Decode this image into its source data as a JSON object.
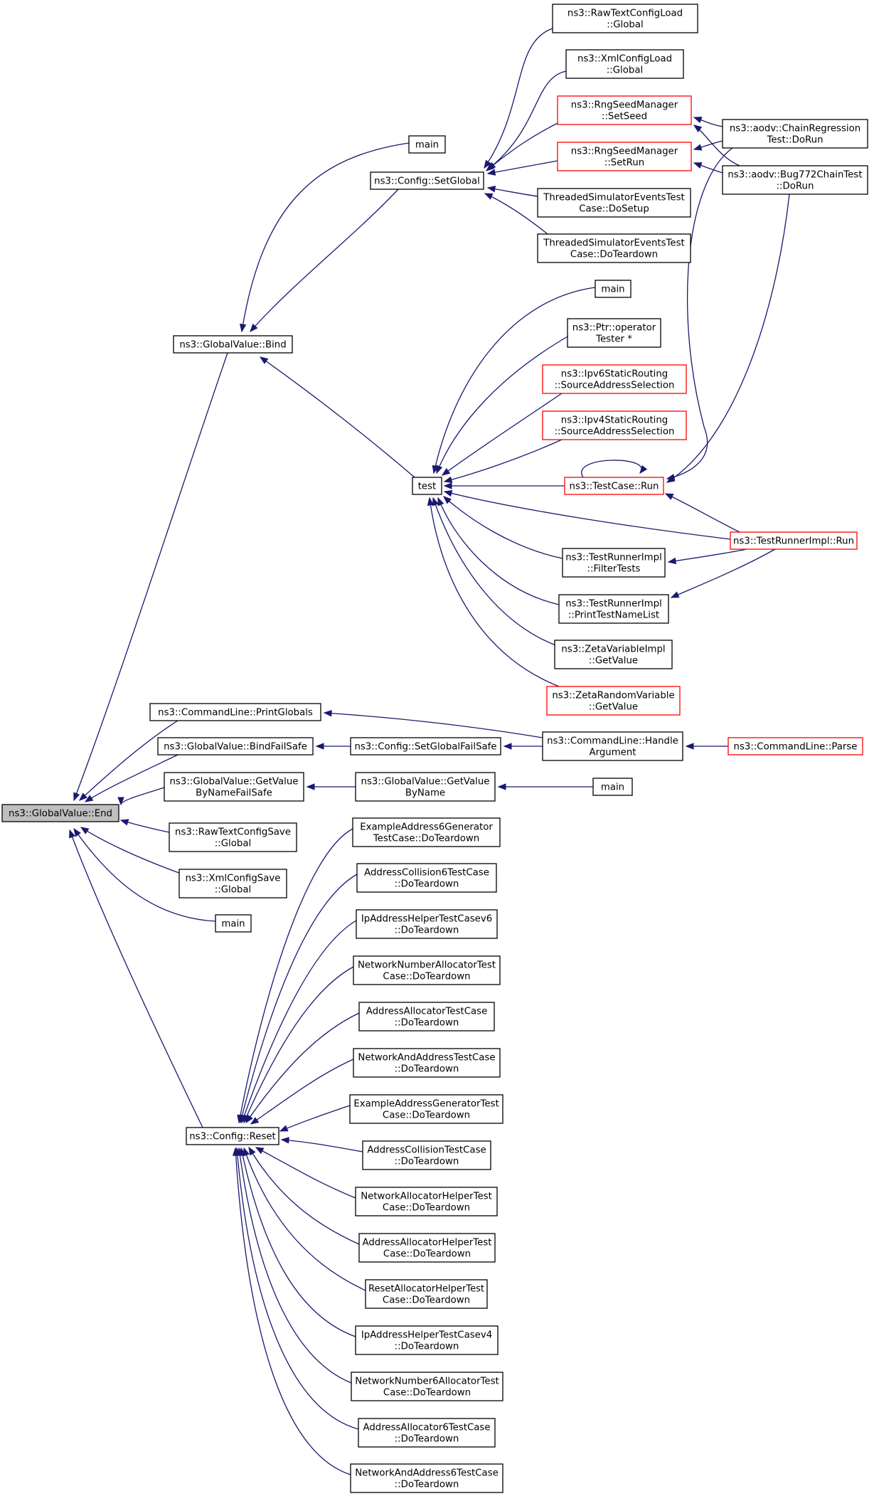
{
  "colors": {
    "edge": "#191970",
    "node_border": "#000000",
    "truncated_border": "#ff0000",
    "root_fill": "#bfbfbf",
    "node_fill": "#ffffff"
  },
  "nodes": [
    {
      "id": "end",
      "label": [
        "ns3::GlobalValue::End"
      ],
      "style": "root"
    },
    {
      "id": "bind",
      "label": [
        "ns3::GlobalValue::Bind"
      ],
      "style": "normal"
    },
    {
      "id": "printglobals",
      "label": [
        "ns3::CommandLine::PrintGlobals"
      ],
      "style": "normal"
    },
    {
      "id": "bindfailsafe",
      "label": [
        "ns3::GlobalValue::BindFailSafe"
      ],
      "style": "normal"
    },
    {
      "id": "getvaluebnfs",
      "label": [
        "ns3::GlobalValue::GetValue",
        "ByNameFailSafe"
      ],
      "style": "normal"
    },
    {
      "id": "rawtextsave",
      "label": [
        "ns3::RawTextConfigSave",
        "::Global"
      ],
      "style": "normal"
    },
    {
      "id": "xmlsave",
      "label": [
        "ns3::XmlConfigSave",
        "::Global"
      ],
      "style": "normal"
    },
    {
      "id": "main_end",
      "label": [
        "main"
      ],
      "style": "normal"
    },
    {
      "id": "reset",
      "label": [
        "ns3::Config::Reset"
      ],
      "style": "normal"
    },
    {
      "id": "main_bind",
      "label": [
        "main"
      ],
      "style": "normal"
    },
    {
      "id": "setglobal",
      "label": [
        "ns3::Config::SetGlobal"
      ],
      "style": "normal"
    },
    {
      "id": "test",
      "label": [
        "test"
      ],
      "style": "normal"
    },
    {
      "id": "rawtextload",
      "label": [
        "ns3::RawTextConfigLoad",
        "::Global"
      ],
      "style": "normal"
    },
    {
      "id": "xmlload",
      "label": [
        "ns3::XmlConfigLoad",
        "::Global"
      ],
      "style": "normal"
    },
    {
      "id": "setseed",
      "label": [
        "ns3::RngSeedManager",
        "::SetSeed"
      ],
      "style": "truncated"
    },
    {
      "id": "setrun",
      "label": [
        "ns3::RngSeedManager",
        "::SetRun"
      ],
      "style": "truncated"
    },
    {
      "id": "tsetsetup",
      "label": [
        "ThreadedSimulatorEventsTest",
        "Case::DoSetup"
      ],
      "style": "normal"
    },
    {
      "id": "tsetteardown",
      "label": [
        "ThreadedSimulatorEventsTest",
        "Case::DoTeardown"
      ],
      "style": "normal"
    },
    {
      "id": "chainreg",
      "label": [
        "ns3::aodv::ChainRegression",
        "Test::DoRun"
      ],
      "style": "normal"
    },
    {
      "id": "bug772",
      "label": [
        "ns3::aodv::Bug772ChainTest",
        "::DoRun"
      ],
      "style": "normal"
    },
    {
      "id": "main_test",
      "label": [
        "main"
      ],
      "style": "normal"
    },
    {
      "id": "ptrtester",
      "label": [
        "ns3::Ptr::operator",
        "Tester *"
      ],
      "style": "normal"
    },
    {
      "id": "ipv6static",
      "label": [
        "ns3::Ipv6StaticRouting",
        "::SourceAddressSelection"
      ],
      "style": "truncated"
    },
    {
      "id": "ipv4static",
      "label": [
        "ns3::Ipv4StaticRouting",
        "::SourceAddressSelection"
      ],
      "style": "truncated"
    },
    {
      "id": "testcaserun",
      "label": [
        "ns3::TestCase::Run"
      ],
      "style": "truncated"
    },
    {
      "id": "filtertests",
      "label": [
        "ns3::TestRunnerImpl",
        "::FilterTests"
      ],
      "style": "normal"
    },
    {
      "id": "printtestnamelist",
      "label": [
        "ns3::TestRunnerImpl",
        "::PrintTestNameList"
      ],
      "style": "normal"
    },
    {
      "id": "zetavarimpl",
      "label": [
        "ns3::ZetaVariableImpl",
        "::GetValue"
      ],
      "style": "normal"
    },
    {
      "id": "zetarandom",
      "label": [
        "ns3::ZetaRandomVariable",
        "::GetValue"
      ],
      "style": "truncated"
    },
    {
      "id": "testrunnerrun",
      "label": [
        "ns3::TestRunnerImpl::Run"
      ],
      "style": "truncated"
    },
    {
      "id": "setglobalfailsafe",
      "label": [
        "ns3::Config::SetGlobalFailSafe"
      ],
      "style": "normal"
    },
    {
      "id": "handleargument",
      "label": [
        "ns3::CommandLine::Handle",
        "Argument"
      ],
      "style": "normal"
    },
    {
      "id": "cmdparse",
      "label": [
        "ns3::CommandLine::Parse"
      ],
      "style": "truncated"
    },
    {
      "id": "getvaluebyname",
      "label": [
        "ns3::GlobalValue::GetValue",
        "ByName"
      ],
      "style": "normal"
    },
    {
      "id": "main_gvbn",
      "label": [
        "main"
      ],
      "style": "normal"
    },
    {
      "id": "r1",
      "label": [
        "ExampleAddress6Generator",
        "TestCase::DoTeardown"
      ],
      "style": "normal"
    },
    {
      "id": "r2",
      "label": [
        "AddressCollision6TestCase",
        "::DoTeardown"
      ],
      "style": "normal"
    },
    {
      "id": "r3",
      "label": [
        "IpAddressHelperTestCasev6",
        "::DoTeardown"
      ],
      "style": "normal"
    },
    {
      "id": "r4",
      "label": [
        "NetworkNumberAllocatorTest",
        "Case::DoTeardown"
      ],
      "style": "normal"
    },
    {
      "id": "r5",
      "label": [
        "AddressAllocatorTestCase",
        "::DoTeardown"
      ],
      "style": "normal"
    },
    {
      "id": "r6",
      "label": [
        "NetworkAndAddressTestCase",
        "::DoTeardown"
      ],
      "style": "normal"
    },
    {
      "id": "r7",
      "label": [
        "ExampleAddressGeneratorTest",
        "Case::DoTeardown"
      ],
      "style": "normal"
    },
    {
      "id": "r8",
      "label": [
        "AddressCollisionTestCase",
        "::DoTeardown"
      ],
      "style": "normal"
    },
    {
      "id": "r9",
      "label": [
        "NetworkAllocatorHelperTest",
        "Case::DoTeardown"
      ],
      "style": "normal"
    },
    {
      "id": "r10",
      "label": [
        "AddressAllocatorHelperTest",
        "Case::DoTeardown"
      ],
      "style": "normal"
    },
    {
      "id": "r11",
      "label": [
        "ResetAllocatorHelperTest",
        "Case::DoTeardown"
      ],
      "style": "normal"
    },
    {
      "id": "r12",
      "label": [
        "IpAddressHelperTestCasev4",
        "::DoTeardown"
      ],
      "style": "normal"
    },
    {
      "id": "r13",
      "label": [
        "NetworkNumber6AllocatorTest",
        "Case::DoTeardown"
      ],
      "style": "normal"
    },
    {
      "id": "r14",
      "label": [
        "AddressAllocator6TestCase",
        "::DoTeardown"
      ],
      "style": "normal"
    },
    {
      "id": "r15",
      "label": [
        "NetworkAndAddress6TestCase",
        "::DoTeardown"
      ],
      "style": "normal"
    }
  ],
  "edges": [
    {
      "from": "bind",
      "to": "end"
    },
    {
      "from": "printglobals",
      "to": "end"
    },
    {
      "from": "bindfailsafe",
      "to": "end"
    },
    {
      "from": "getvaluebnfs",
      "to": "end"
    },
    {
      "from": "rawtextsave",
      "to": "end"
    },
    {
      "from": "xmlsave",
      "to": "end"
    },
    {
      "from": "main_end",
      "to": "end"
    },
    {
      "from": "reset",
      "to": "end"
    },
    {
      "from": "main_bind",
      "to": "bind"
    },
    {
      "from": "setglobal",
      "to": "bind"
    },
    {
      "from": "test",
      "to": "bind"
    },
    {
      "from": "rawtextload",
      "to": "setglobal"
    },
    {
      "from": "xmlload",
      "to": "setglobal"
    },
    {
      "from": "setseed",
      "to": "setglobal"
    },
    {
      "from": "setrun",
      "to": "setglobal"
    },
    {
      "from": "tsetsetup",
      "to": "setglobal"
    },
    {
      "from": "tsetteardown",
      "to": "setglobal"
    },
    {
      "from": "chainreg",
      "to": "setseed"
    },
    {
      "from": "bug772",
      "to": "setseed"
    },
    {
      "from": "chainreg",
      "to": "setrun"
    },
    {
      "from": "bug772",
      "to": "setrun"
    },
    {
      "from": "main_test",
      "to": "test"
    },
    {
      "from": "ptrtester",
      "to": "test"
    },
    {
      "from": "ipv6static",
      "to": "test"
    },
    {
      "from": "ipv4static",
      "to": "test"
    },
    {
      "from": "testcaserun",
      "to": "test"
    },
    {
      "from": "testrunnerrun",
      "to": "test"
    },
    {
      "from": "filtertests",
      "to": "test"
    },
    {
      "from": "printtestnamelist",
      "to": "test"
    },
    {
      "from": "zetavarimpl",
      "to": "test"
    },
    {
      "from": "zetarandom",
      "to": "test"
    },
    {
      "from": "testcaserun",
      "to": "testcaserun"
    },
    {
      "from": "chainreg",
      "to": "testcaserun"
    },
    {
      "from": "bug772",
      "to": "testcaserun"
    },
    {
      "from": "testrunnerrun",
      "to": "testcaserun"
    },
    {
      "from": "testrunnerrun",
      "to": "filtertests"
    },
    {
      "from": "testrunnerrun",
      "to": "printtestnamelist"
    },
    {
      "from": "handleargument",
      "to": "printglobals"
    },
    {
      "from": "setglobalfailsafe",
      "to": "bindfailsafe"
    },
    {
      "from": "handleargument",
      "to": "setglobalfailsafe"
    },
    {
      "from": "cmdparse",
      "to": "handleargument"
    },
    {
      "from": "getvaluebyname",
      "to": "getvaluebnfs"
    },
    {
      "from": "main_gvbn",
      "to": "getvaluebyname"
    },
    {
      "from": "r1",
      "to": "reset"
    },
    {
      "from": "r2",
      "to": "reset"
    },
    {
      "from": "r3",
      "to": "reset"
    },
    {
      "from": "r4",
      "to": "reset"
    },
    {
      "from": "r5",
      "to": "reset"
    },
    {
      "from": "r6",
      "to": "reset"
    },
    {
      "from": "r7",
      "to": "reset"
    },
    {
      "from": "r8",
      "to": "reset"
    },
    {
      "from": "r9",
      "to": "reset"
    },
    {
      "from": "r10",
      "to": "reset"
    },
    {
      "from": "r11",
      "to": "reset"
    },
    {
      "from": "r12",
      "to": "reset"
    },
    {
      "from": "r13",
      "to": "reset"
    },
    {
      "from": "r14",
      "to": "reset"
    },
    {
      "from": "r15",
      "to": "reset"
    }
  ]
}
